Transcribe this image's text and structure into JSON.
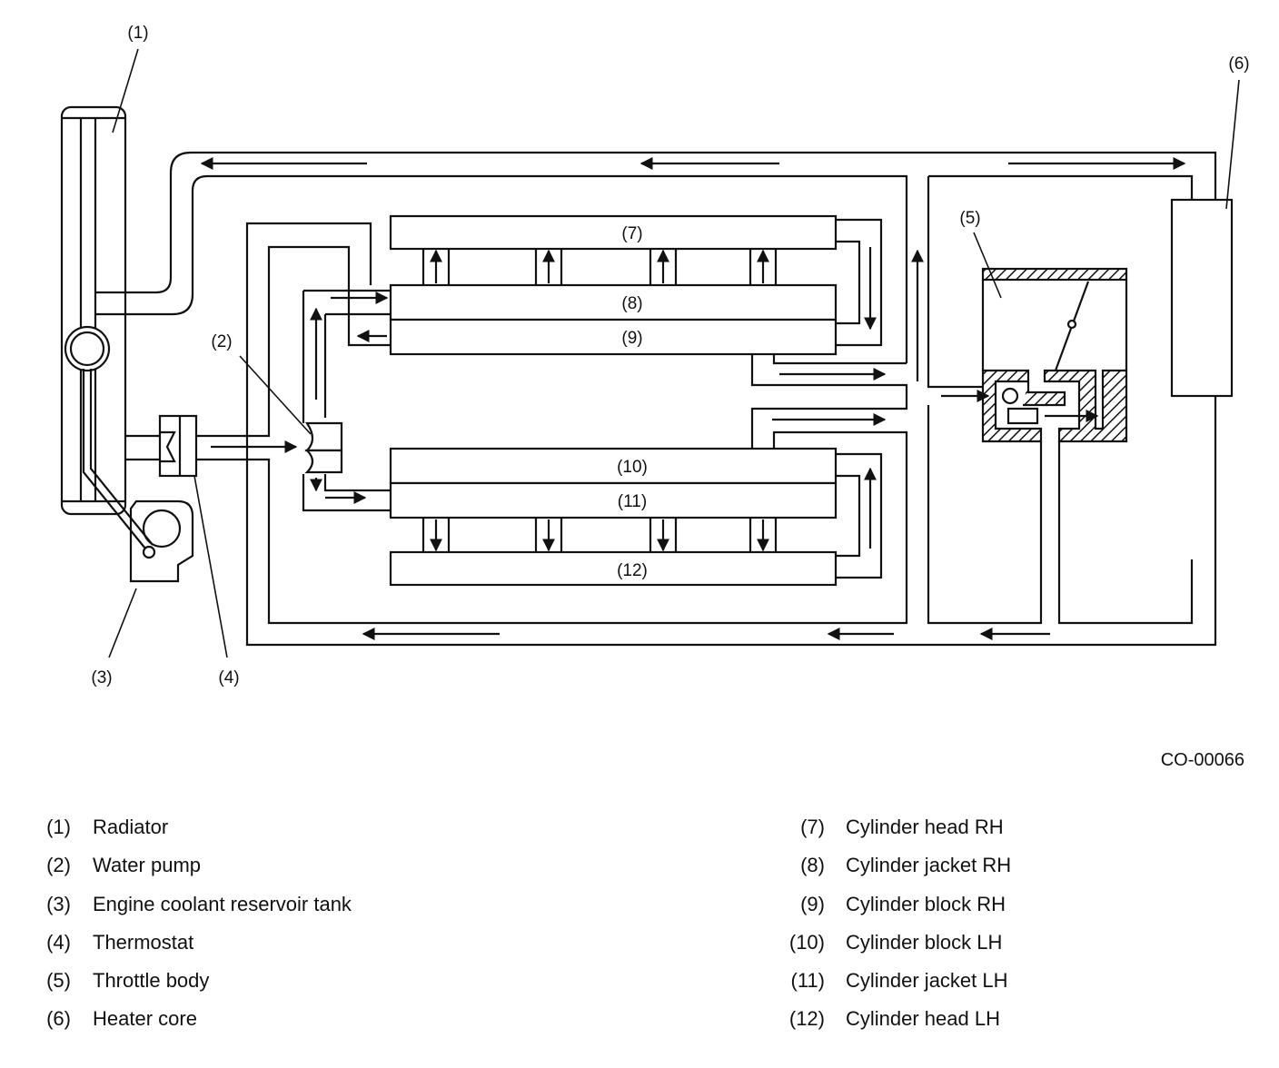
{
  "diagram": {
    "callouts": [
      "(1)",
      "(2)",
      "(3)",
      "(4)",
      "(5)",
      "(6)",
      "(7)",
      "(8)",
      "(9)",
      "(10)",
      "(11)",
      "(12)"
    ],
    "code": "CO-00066"
  },
  "legend": {
    "left": [
      {
        "num": "(1)",
        "text": "Radiator"
      },
      {
        "num": "(2)",
        "text": "Water pump"
      },
      {
        "num": "(3)",
        "text": "Engine coolant reservoir tank"
      },
      {
        "num": "(4)",
        "text": "Thermostat"
      },
      {
        "num": "(5)",
        "text": "Throttle body"
      },
      {
        "num": "(6)",
        "text": "Heater core"
      }
    ],
    "right": [
      {
        "num": "(7)",
        "text": "Cylinder head RH"
      },
      {
        "num": "(8)",
        "text": "Cylinder jacket RH"
      },
      {
        "num": "(9)",
        "text": "Cylinder block RH"
      },
      {
        "num": "(10)",
        "text": "Cylinder block LH"
      },
      {
        "num": "(11)",
        "text": "Cylinder jacket LH"
      },
      {
        "num": "(12)",
        "text": "Cylinder head LH"
      }
    ]
  }
}
